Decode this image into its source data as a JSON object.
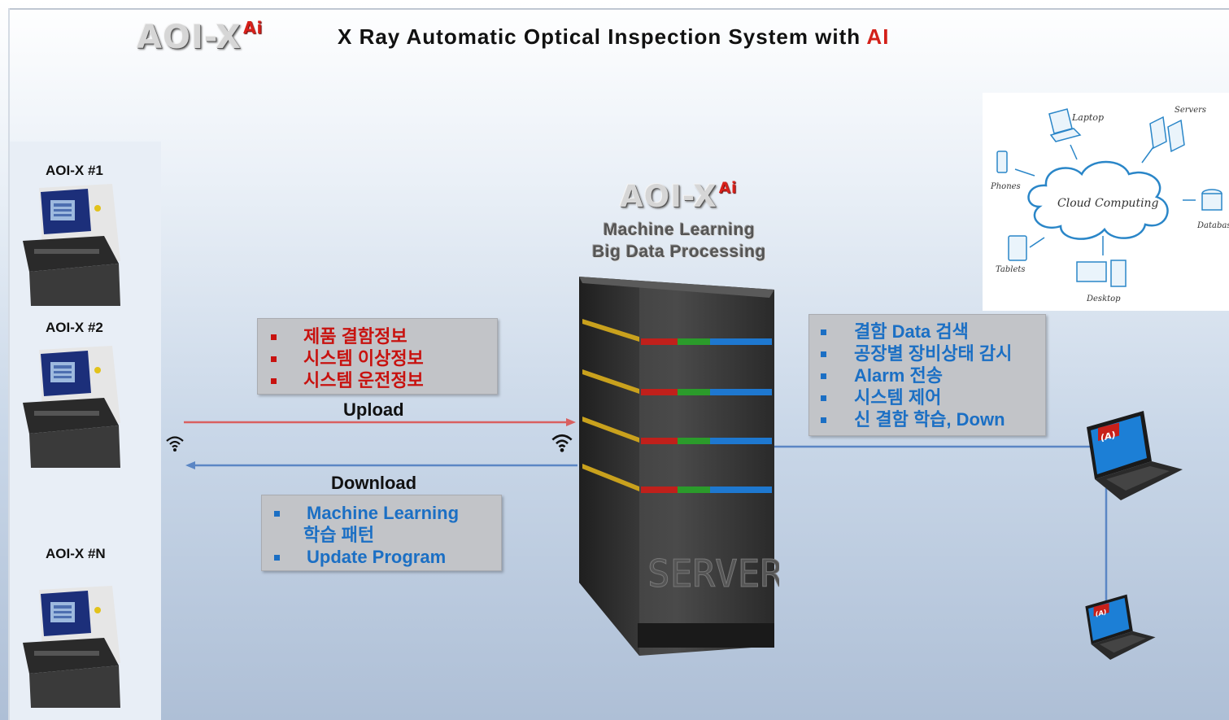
{
  "header": {
    "logo_text": "AOI-X",
    "logo_superscript": "Ai",
    "title_text": "X Ray Automatic Optical Inspection System with ",
    "title_highlight": "AI"
  },
  "machines": [
    {
      "label": "AOI-X #1"
    },
    {
      "label": "AOI-X #2"
    },
    {
      "label": "AOI-X #N"
    }
  ],
  "server": {
    "logo_text": "AOI-X",
    "logo_superscript": "Ai",
    "line1": "Machine Learning",
    "line2": "Big Data Processing",
    "case_text": "SERVER"
  },
  "upload_box": {
    "items": [
      "제품 결함정보",
      "시스템 이상정보",
      "시스템 운전정보"
    ]
  },
  "upload_label": "Upload",
  "download_label": "Download",
  "download_box": {
    "item1_line1": "Machine Learning",
    "item1_line2": "학습 패턴",
    "item2": "Update Program"
  },
  "features_box": {
    "items": [
      "결함 Data 검색",
      "공장별 장비상태 감시",
      "Alarm 전송",
      "시스템 제어",
      "신 결함 학습, Down"
    ]
  },
  "cloud_diagram": {
    "center": "Cloud Computing",
    "nodes": {
      "laptop": "Laptop",
      "servers": "Servers",
      "phones": "Phones",
      "database": "Database",
      "tablets": "Tablets",
      "desktop": "Desktop"
    }
  },
  "laptop_screen_text": "(A)",
  "colors": {
    "upload_arrow": "#d96060",
    "download_arrow": "#5b86c4",
    "accent_red": "#d32019",
    "bullet_blue": "#1b6fc4",
    "bullet_red": "#c8120f"
  }
}
